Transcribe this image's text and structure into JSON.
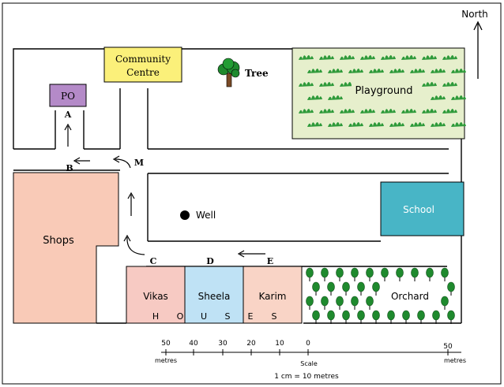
{
  "north": "North",
  "places": {
    "community_centre": [
      "Community",
      "Centre"
    ],
    "tree": "Tree",
    "playground": "Playground",
    "po": "PO",
    "shops": "Shops",
    "well": "Well",
    "school": "School",
    "orchard": "Orchard"
  },
  "points": {
    "a": "A",
    "b": "B",
    "m": "M",
    "c": "C",
    "d": "D",
    "e": "E"
  },
  "houses": {
    "names": [
      "Vikas",
      "Sheela",
      "Karim"
    ],
    "letters": [
      "H",
      "O",
      "U",
      "S",
      "E",
      "S"
    ]
  },
  "scale": {
    "ticks": [
      "50",
      "40",
      "30",
      "20",
      "10",
      "0",
      "50"
    ],
    "unit_left": "metres",
    "unit_right": "metres",
    "title": "Scale",
    "ratio": "1 cm = 10 metres"
  },
  "colors": {
    "po": "#b48ac8",
    "community_centre": "#fbf07a",
    "playground": "#e6efcc",
    "shops": "#f9cab7",
    "school": "#48b5c6",
    "house_vikas": "#f7cac3",
    "house_sheela": "#bfe2f5",
    "house_karim": "#f9d4c6",
    "grass": "#2e9a3a",
    "tree_foliage": "#1f8a2e",
    "tree_trunk": "#7a4a26"
  }
}
